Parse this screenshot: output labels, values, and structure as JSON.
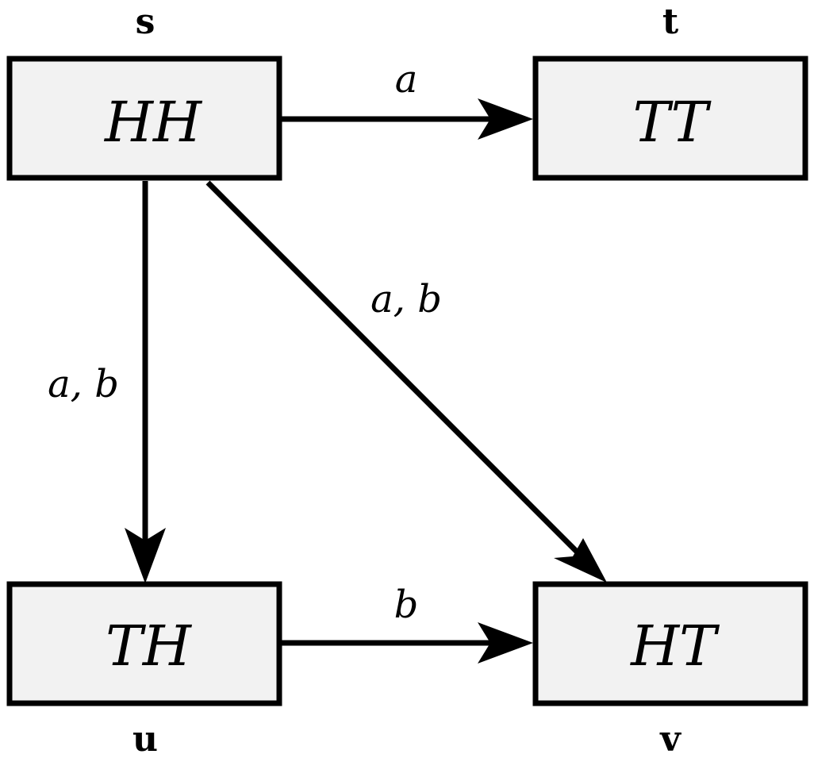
{
  "nodes": {
    "s": {
      "label": "s",
      "text": "HH"
    },
    "t": {
      "label": "t",
      "text": "TT"
    },
    "u": {
      "label": "u",
      "text": "TH"
    },
    "v": {
      "label": "v",
      "text": "HT"
    }
  },
  "edges": {
    "s_to_t": {
      "label": "a"
    },
    "s_to_u": {
      "label": "a, b"
    },
    "s_to_v": {
      "label": "a, b"
    },
    "u_to_v": {
      "label": "b"
    }
  },
  "colors": {
    "node_fill": "#f2f2f2",
    "stroke": "#000000",
    "background": "#ffffff"
  }
}
